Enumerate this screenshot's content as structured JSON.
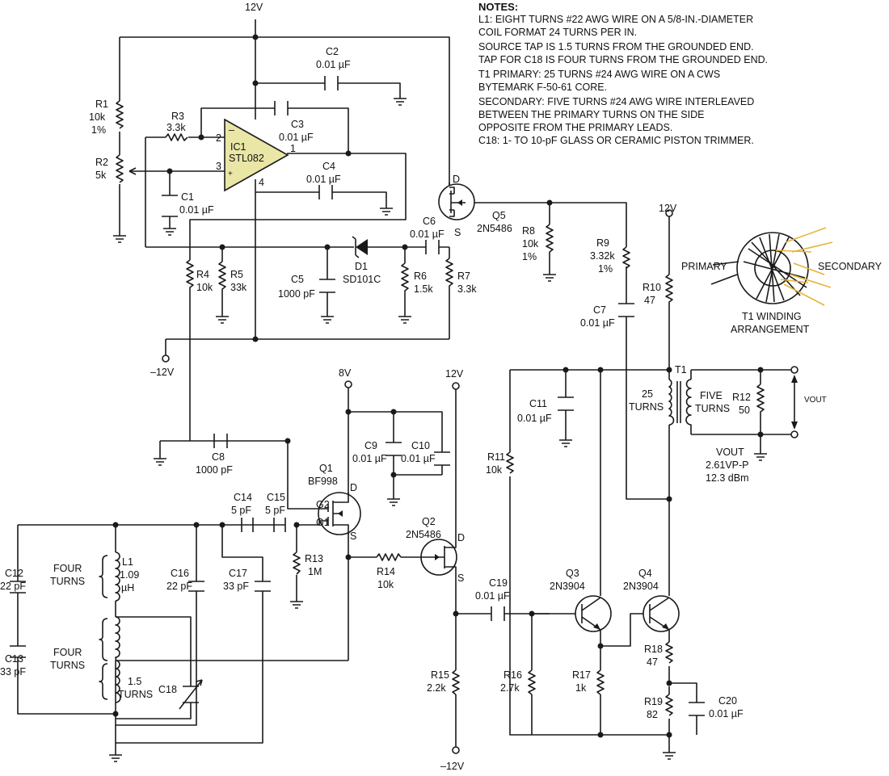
{
  "rails": {
    "top_12v": "12V",
    "neg12v_left": "–12V",
    "v8": "8V",
    "v12_mid": "12V",
    "neg12v_bottom": "–12V",
    "v12_right": "12V"
  },
  "ic1": {
    "name": "IC1",
    "part": "STL082",
    "pin2": "2",
    "pin3": "3",
    "pin1": "1",
    "pin4": "4",
    "minus": "–",
    "plus": "+"
  },
  "components": {
    "r1": [
      "R1",
      "10k",
      "1%"
    ],
    "r2": [
      "R2",
      "5k"
    ],
    "r3": [
      "R3",
      "3.3k"
    ],
    "r4": [
      "R4",
      "10k"
    ],
    "r5": [
      "R5",
      "33k"
    ],
    "r6": [
      "R6",
      "1.5k"
    ],
    "r7": [
      "R7",
      "3.3k"
    ],
    "r8": [
      "R8",
      "10k",
      "1%"
    ],
    "r9": [
      "R9",
      "3.32k",
      "1%"
    ],
    "r10": [
      "R10",
      "47"
    ],
    "r11": [
      "R11",
      "10k"
    ],
    "r12": [
      "R12",
      "50"
    ],
    "r13": [
      "R13",
      "1M"
    ],
    "r14": [
      "R14",
      "10k"
    ],
    "r15": [
      "R15",
      "2.2k"
    ],
    "r16": [
      "R16",
      "2.7k"
    ],
    "r17": [
      "R17",
      "1k"
    ],
    "r18": [
      "R18",
      "47"
    ],
    "r19": [
      "R19",
      "82"
    ],
    "c1": [
      "C1",
      "0.01 µF"
    ],
    "c2": [
      "C2",
      "0.01 µF"
    ],
    "c3": [
      "C3",
      "0.01 µF"
    ],
    "c4": [
      "C4",
      "0.01 µF"
    ],
    "c5": [
      "C5",
      "1000 pF"
    ],
    "c6": [
      "C6",
      "0.01 µF"
    ],
    "c7": [
      "C7",
      "0.01 µF"
    ],
    "c8": [
      "C8",
      "1000 pF"
    ],
    "c9": [
      "C9",
      "0.01 µF"
    ],
    "c10": [
      "C10",
      "0.01 µF"
    ],
    "c11": [
      "C11",
      "0.01 µF"
    ],
    "c12": [
      "C12",
      "22 pF"
    ],
    "c13": [
      "C13",
      "33 pF"
    ],
    "c14": [
      "C14",
      "5 pF"
    ],
    "c15": [
      "C15",
      "5 pF"
    ],
    "c16": [
      "C16",
      "22 pF"
    ],
    "c17": [
      "C17",
      "33 pF"
    ],
    "c18": [
      "C18"
    ],
    "c19": [
      "C19",
      "0.01 µF"
    ],
    "c20": [
      "C20",
      "0.01 µF"
    ],
    "d1": [
      "D1",
      "SD101C"
    ],
    "l1": [
      "L1",
      "1.09",
      "µH"
    ],
    "q1": [
      "Q1",
      "BF998"
    ],
    "q2": [
      "Q2",
      "2N5486"
    ],
    "q3": [
      "Q3",
      "2N3904"
    ],
    "q4": [
      "Q4",
      "2N3904"
    ],
    "q5": [
      "Q5",
      "2N5486"
    ],
    "t1": [
      "T1"
    ]
  },
  "pins": {
    "q5_d": "D",
    "q5_s": "S",
    "q1_d": "D",
    "q1_s": "S",
    "q1_g2": "G2",
    "q1_g1": "G1",
    "q2_d": "D",
    "q2_s": "S"
  },
  "coil_labels": {
    "four_turns_a": [
      "FOUR",
      "TURNS"
    ],
    "four_turns_b": [
      "FOUR",
      "TURNS"
    ],
    "one_five_turns": [
      "1.5",
      "TURNS"
    ],
    "t1_primary": [
      "25",
      "TURNS"
    ],
    "t1_secondary": [
      "FIVE",
      "TURNS"
    ]
  },
  "output": {
    "vout_arrow": "VOUT",
    "vout_label": "VOUT",
    "vpp": "2.61VP-P",
    "dbm": "12.3 dBm"
  },
  "winding": {
    "primary": "PRIMARY",
    "secondary": "SECONDARY",
    "caption": [
      "T1 WINDING",
      "ARRANGEMENT"
    ]
  },
  "notes": {
    "heading": "NOTES:",
    "lines": [
      "L1: EIGHT TURNS #22 AWG WIRE ON A 5/8-IN.-DIAMETER",
      "COIL FORMAT 24 TURNS PER IN.",
      "SOURCE TAP IS 1.5 TURNS FROM THE GROUNDED END.",
      "TAP FOR C18 IS FOUR TURNS FROM THE GROUNDED END.",
      "T1 PRIMARY: 25 TURNS #24 AWG WIRE ON A CWS",
      "BYTEMARK F-50-61 CORE.",
      "SECONDARY: FIVE TURNS #24 AWG WIRE INTERLEAVED",
      "BETWEEN THE PRIMARY TURNS ON THE SIDE",
      "OPPOSITE FROM THE PRIMARY LEADS.",
      "C18: 1- TO 10-pF GLASS OR CERAMIC PISTON TRIMMER."
    ]
  },
  "colors": {
    "ic_fill": "#e9e6a6",
    "secondary_winding": "#e7b43a",
    "wire": "#1a1a1a"
  }
}
